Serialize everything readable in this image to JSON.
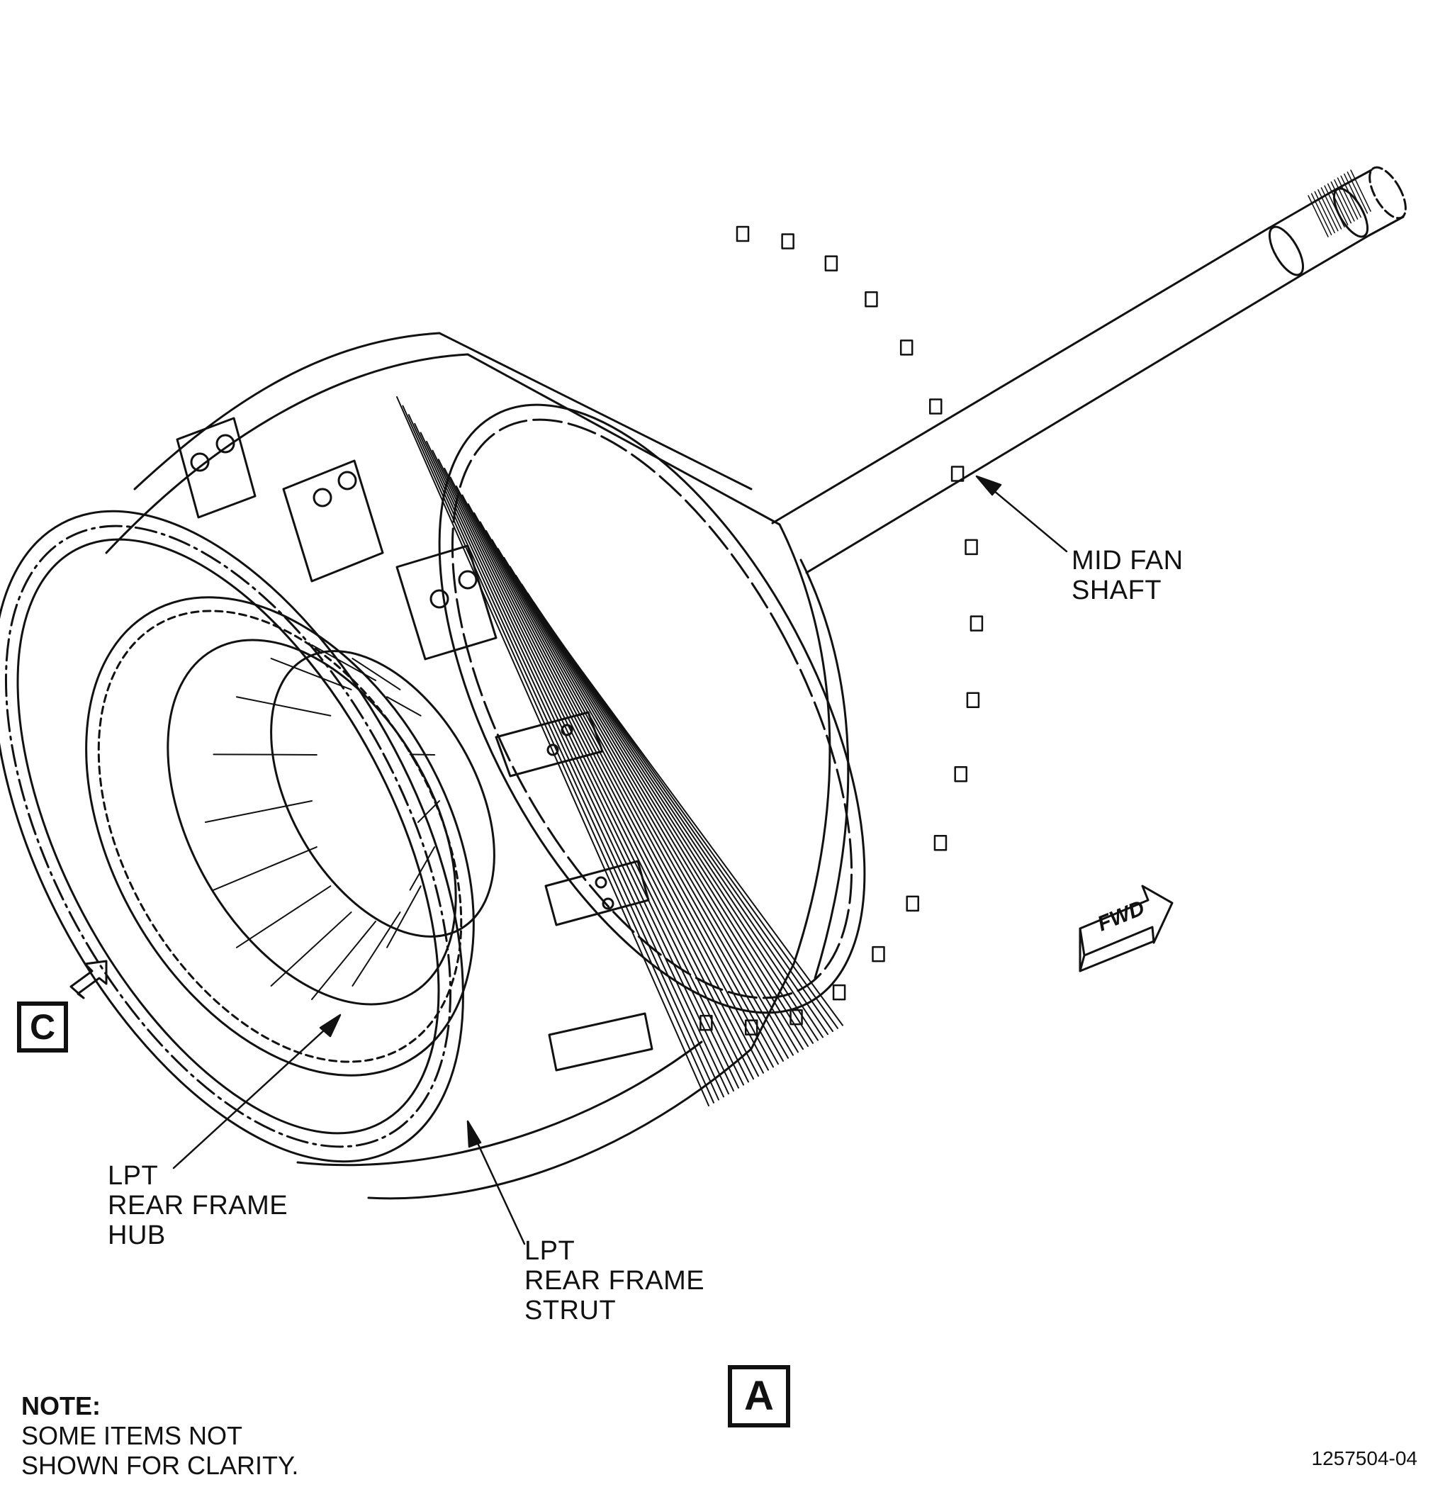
{
  "callouts": {
    "mid_fan_shaft": [
      "MID FAN",
      "SHAFT"
    ],
    "lpt_rear_frame_hub": [
      "LPT",
      "REAR FRAME",
      "HUB"
    ],
    "lpt_rear_frame_strut": [
      "LPT",
      "REAR FRAME",
      "STRUT"
    ]
  },
  "view_labels": {
    "c": "C",
    "a": "A"
  },
  "fwd_label": "FWD",
  "note": {
    "heading": "NOTE:",
    "lines": [
      "SOME ITEMS NOT",
      "SHOWN FOR CLARITY."
    ]
  },
  "figure_number": "1257504-04"
}
